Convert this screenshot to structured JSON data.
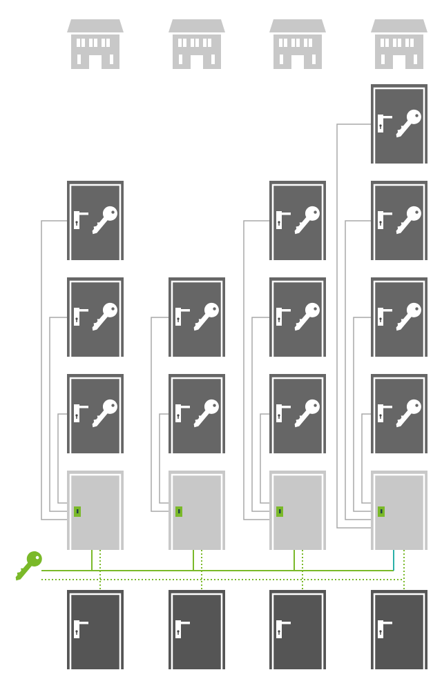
{
  "colors": {
    "house": "#c8c8c8",
    "keyed_door": "#666666",
    "central_door": "#c8c8c8",
    "apartment_door": "#555555",
    "wire": "#a8a8a8",
    "master_line": "#7ab929",
    "lock": "#7ab929",
    "last_link": "#2ab0a8"
  },
  "columns": [
    {
      "name": "building-1",
      "keyed_doors": 3
    },
    {
      "name": "building-2",
      "keyed_doors": 2
    },
    {
      "name": "building-3",
      "keyed_doors": 3
    },
    {
      "name": "building-4",
      "keyed_doors": 4
    }
  ]
}
